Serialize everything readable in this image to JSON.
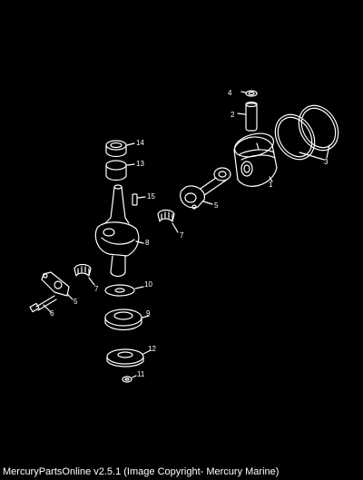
{
  "callouts": [
    "1",
    "2",
    "3",
    "4",
    "5",
    "5",
    "6",
    "7",
    "7",
    "8",
    "9",
    "10",
    "11",
    "12",
    "13",
    "14",
    "15"
  ],
  "footer": "MercuryPartsOnline v2.5.1 (Image Copyright- Mercury Marine)"
}
